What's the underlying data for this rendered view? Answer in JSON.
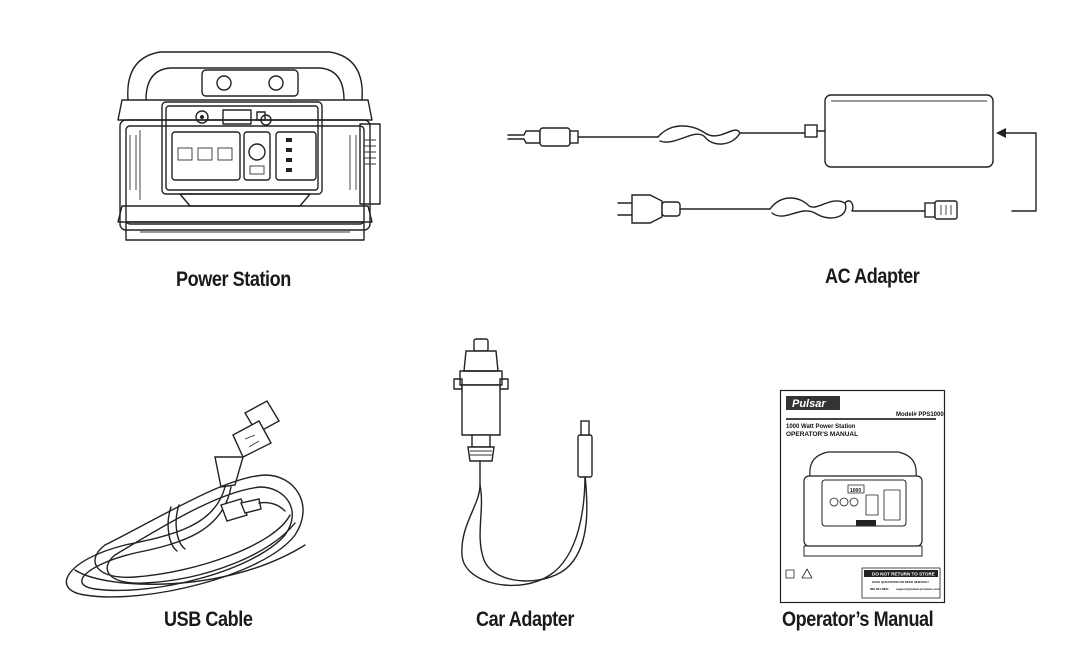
{
  "items": [
    {
      "id": "power-station",
      "caption": "Power Station"
    },
    {
      "id": "ac-adapter",
      "caption": "AC Adapter"
    },
    {
      "id": "usb-cable",
      "caption": "USB Cable"
    },
    {
      "id": "car-adapter",
      "caption": "Car Adapter"
    },
    {
      "id": "operators-manual",
      "caption": "Operator’s Manual"
    }
  ],
  "manual": {
    "brand": "Pulsar",
    "model": "Model# PPS1000",
    "subtitle": "1000 Watt Power Station",
    "title": "OPERATOR'S MANUAL",
    "notice": "DO NOT RETURN TO STORE",
    "notice_sub": "HAVE QUESTIONS OR NEED SERVICE?",
    "phone": "866-931-8821",
    "email": "support@pulsar-products.com",
    "station_label": "1000"
  },
  "colors": {
    "line": "#222222",
    "background": "#ffffff"
  }
}
